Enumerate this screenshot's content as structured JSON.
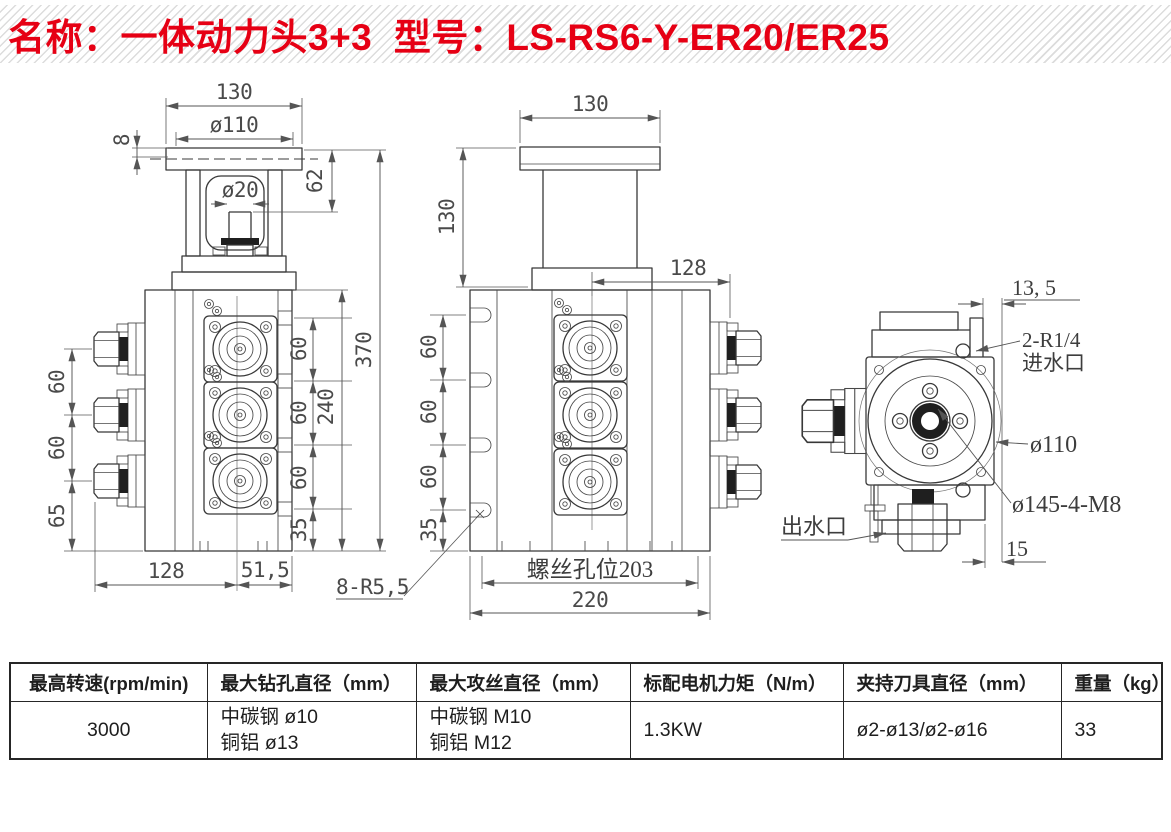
{
  "title": {
    "text": "名称：一体动力头3+3  型号：LS-RS6-Y-ER20/ER25",
    "color": "#e60014"
  },
  "front_view": {
    "dims": {
      "top_width": "130",
      "flange_dia": "ø110",
      "flange_thickness": "8",
      "shaft_dia": "ø20",
      "shaft_depth": "62",
      "pitch_left_1": "60",
      "pitch_left_2": "60",
      "pitch_left_3": "65",
      "pitch_right_1": "60",
      "pitch_right_2": "60",
      "pitch_right_3": "60",
      "pitch_right_4": "35",
      "body_height": "240",
      "total_height": "370",
      "bottom_left": "128",
      "bottom_right": "51,5",
      "slot_note": "8-R5,5"
    }
  },
  "side_view": {
    "dims": {
      "top_width": "130",
      "column_height": "130",
      "top_offset": "128",
      "pitch_1": "60",
      "pitch_2": "60",
      "pitch_3": "60",
      "pitch_4": "35",
      "screw_holes": "螺丝孔位203",
      "overall_depth": "220"
    }
  },
  "end_view": {
    "dims": {
      "offset_top": "13, 5",
      "offset_bottom": "15",
      "inlet_spec": "2-R1/4",
      "inlet_label": "进水口",
      "outlet_label": "出水口",
      "flange_dia": "ø110",
      "bolt_circle": "ø145-4-M8"
    }
  },
  "spec_table": {
    "headers": [
      "最高转速(rpm/min)",
      "最大钻孔直径（mm）",
      "最大攻丝直径（mm）",
      "标配电机力矩（N/m）",
      "夹持刀具直径（mm）",
      "重量（kg）"
    ],
    "row": {
      "max_speed": "3000",
      "drill_steel": "中碳钢 ø10",
      "drill_copper": "铜铝 ø13",
      "tap_steel": "中碳钢 M10",
      "tap_copper": "铜铝 M12",
      "motor_torque": "1.3KW",
      "tool_clamp_range": "ø2-ø13/ø2-ø16",
      "weight": "33"
    }
  }
}
